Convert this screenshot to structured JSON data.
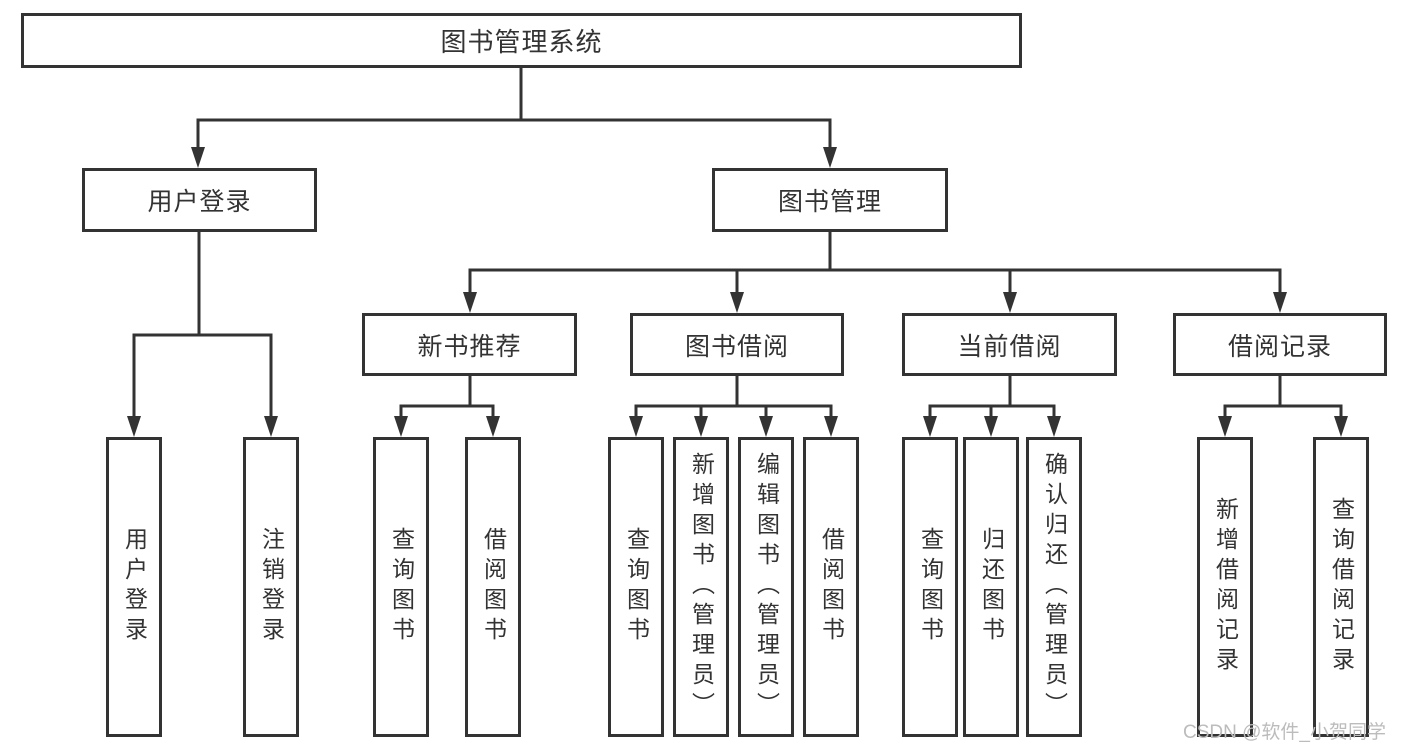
{
  "diagram": {
    "root": {
      "label": "图书管理系统"
    },
    "level2": [
      {
        "label": "用户登录"
      },
      {
        "label": "图书管理"
      }
    ],
    "level3": [
      {
        "label": "新书推荐",
        "parent": "图书管理"
      },
      {
        "label": "图书借阅",
        "parent": "图书管理"
      },
      {
        "label": "当前借阅",
        "parent": "图书管理"
      },
      {
        "label": "借阅记录",
        "parent": "图书管理"
      }
    ],
    "leaves": [
      {
        "label": "用户登录",
        "parent": "用户登录"
      },
      {
        "label": "注销登录",
        "parent": "用户登录"
      },
      {
        "label": "查询图书",
        "parent": "新书推荐"
      },
      {
        "label": "借阅图书",
        "parent": "新书推荐"
      },
      {
        "label": "查询图书",
        "parent": "图书借阅"
      },
      {
        "label": "新增图书（管理员）",
        "parent": "图书借阅"
      },
      {
        "label": "编辑图书（管理员）",
        "parent": "图书借阅"
      },
      {
        "label": "借阅图书",
        "parent": "图书借阅"
      },
      {
        "label": "查询图书",
        "parent": "当前借阅"
      },
      {
        "label": "归还图书",
        "parent": "当前借阅"
      },
      {
        "label": "确认归还（管理员）",
        "parent": "当前借阅"
      },
      {
        "label": "新增借阅记录",
        "parent": "借阅记录"
      },
      {
        "label": "查询借阅记录",
        "parent": "借阅记录"
      }
    ],
    "watermark": "CSDN @软件_小贺同学",
    "colors": {
      "line": "#333333",
      "text": "#333333",
      "watermark": "#bcbcbc",
      "background": "#ffffff"
    }
  }
}
